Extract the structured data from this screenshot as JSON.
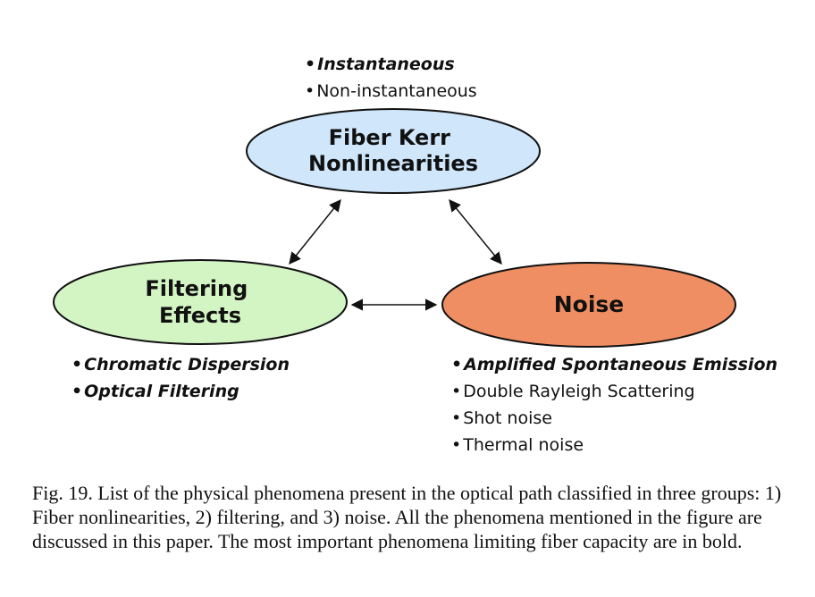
{
  "nodes": {
    "kerr": {
      "lines": [
        "Fiber Kerr",
        "Nonlinearities"
      ],
      "fill": "#cfe6fb"
    },
    "filtering": {
      "lines": [
        "Filtering",
        "Effects"
      ],
      "fill": "#d3f5c4"
    },
    "noise": {
      "lines": [
        "Noise"
      ],
      "fill": "#ef8e62"
    }
  },
  "lists": {
    "kerr": [
      {
        "text": "Instantaneous",
        "bold": true
      },
      {
        "text": "Non-instantaneous",
        "bold": false
      }
    ],
    "filtering": [
      {
        "text": "Chromatic Dispersion",
        "bold": true
      },
      {
        "text": "Optical Filtering",
        "bold": true
      }
    ],
    "noise": [
      {
        "text": "Amplified Spontaneous Emission",
        "bold": true
      },
      {
        "text": "Double Rayleigh Scattering",
        "bold": false
      },
      {
        "text": "Shot noise",
        "bold": false
      },
      {
        "text": "Thermal noise",
        "bold": false
      }
    ]
  },
  "bullet": "•",
  "caption": "Fig. 19.   List of the physical phenomena present in the optical path classified in three groups: 1) Fiber nonlinearities, 2) filtering, and 3) noise. All the phenomena mentioned in the figure are discussed in this paper. The most important phenomena limiting fiber capacity are in bold."
}
